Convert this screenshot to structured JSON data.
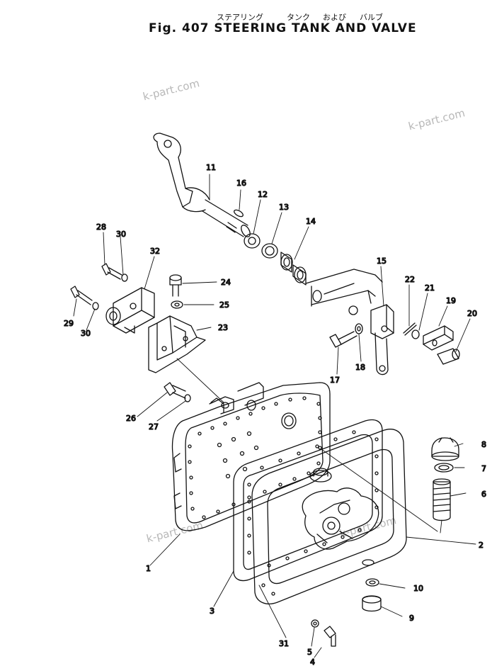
{
  "header": {
    "figure_title": "Fig. 407  STEERING TANK AND VALVE",
    "jp_caption_1": "ステアリング",
    "jp_caption_2": "タンク",
    "jp_caption_3": "および",
    "jp_caption_4": "バルブ"
  },
  "watermarks": [
    "k-part.com",
    "k-part.com",
    "k-part.com",
    "k-part.com"
  ],
  "callouts": [
    "1",
    "2",
    "3",
    "4",
    "5",
    "6",
    "7",
    "8",
    "9",
    "10",
    "11",
    "12",
    "13",
    "14",
    "15",
    "16",
    "17",
    "18",
    "19",
    "20",
    "21",
    "22",
    "23",
    "24",
    "25",
    "26",
    "27",
    "28",
    "29",
    "30",
    "30",
    "31",
    "32"
  ]
}
